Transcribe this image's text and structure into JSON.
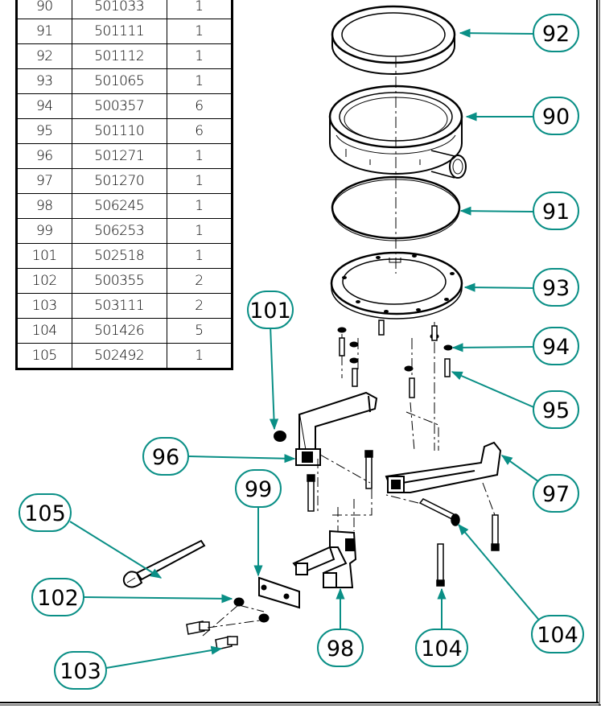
{
  "parts_table": {
    "rows": [
      [
        "90",
        "501033",
        "1"
      ],
      [
        "91",
        "501111",
        "1"
      ],
      [
        "92",
        "501112",
        "1"
      ],
      [
        "93",
        "501065",
        "1"
      ],
      [
        "94",
        "500357",
        "6"
      ],
      [
        "95",
        "501110",
        "6"
      ],
      [
        "96",
        "501271",
        "1"
      ],
      [
        "97",
        "501270",
        "1"
      ],
      [
        "98",
        "506245",
        "1"
      ],
      [
        "99",
        "506253",
        "1"
      ],
      [
        "101",
        "502518",
        "1"
      ],
      [
        "102",
        "500355",
        "2"
      ],
      [
        "103",
        "503111",
        "2"
      ],
      [
        "104",
        "501426",
        "5"
      ],
      [
        "105",
        "502492",
        "1"
      ]
    ]
  },
  "callouts": {
    "c92": "92",
    "c90": "90",
    "c91": "91",
    "c93": "93",
    "c94": "94",
    "c95": "95",
    "c101": "101",
    "c96": "96",
    "c97": "97",
    "c99": "99",
    "c105": "105",
    "c102": "102",
    "c98": "98",
    "c104b": "104",
    "c104r": "104",
    "c103": "103"
  },
  "colors": {
    "leader": "#0a8f86",
    "line": "#000000",
    "background": "#ffffff"
  }
}
